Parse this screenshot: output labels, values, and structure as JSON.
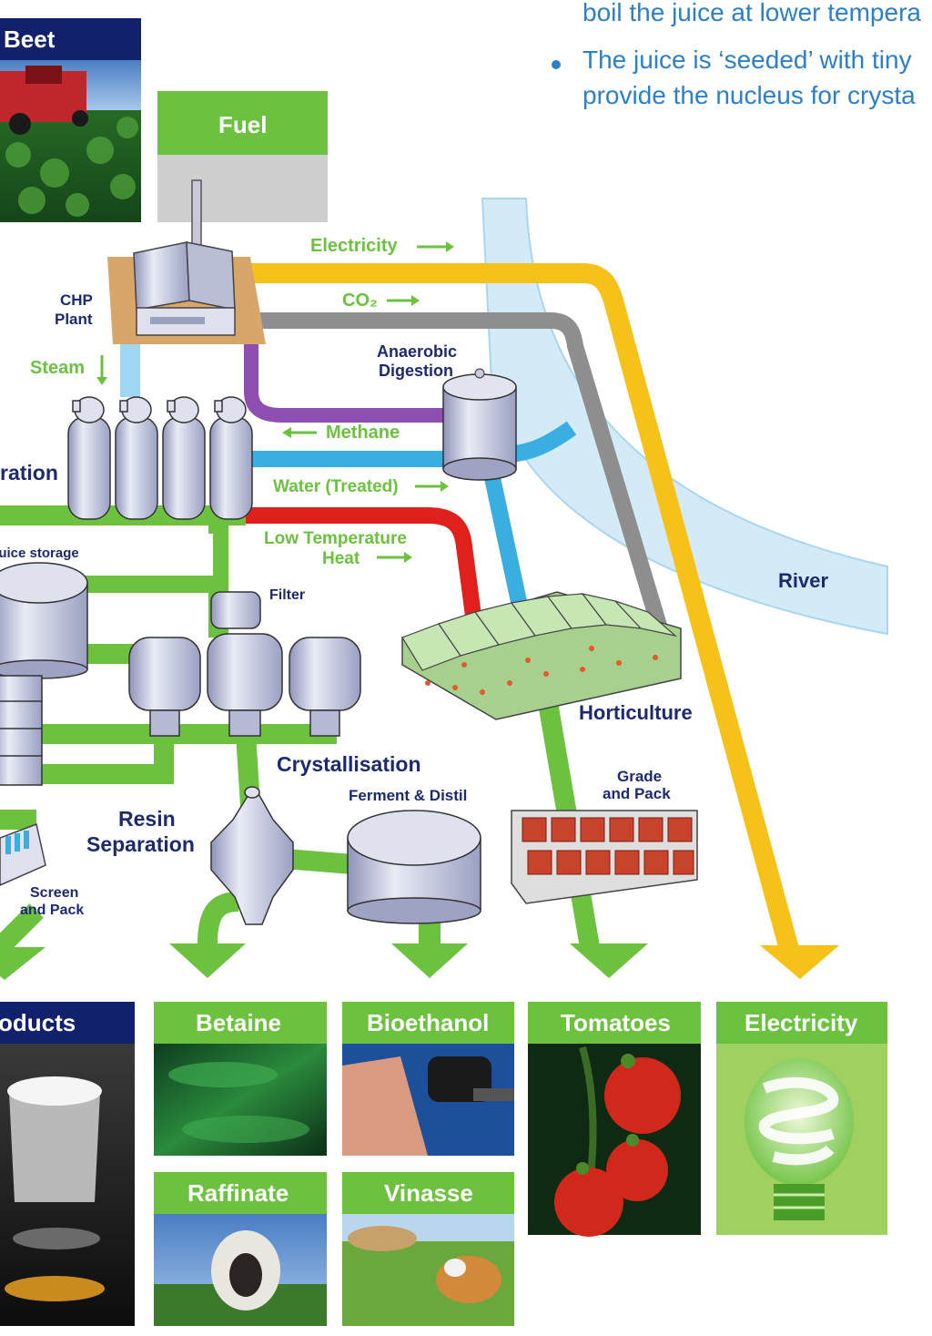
{
  "intro_text": {
    "line1": "boil the juice at lower tempera",
    "bullet_line1": "The juice is ‘seeded’ with tiny",
    "bullet_line2": "provide the nucleus for crysta"
  },
  "inputs": {
    "beet": "Beet",
    "fuel": "Fuel"
  },
  "labels": {
    "chp_line1": "CHP",
    "chp_line2": "Plant",
    "steam": "Steam",
    "electricity": "Electricity",
    "co2": "CO₂",
    "anaerobic_line1": "Anaerobic",
    "anaerobic_line2": "Digestion",
    "methane": "Methane",
    "water_treated": "Water (Treated)",
    "low_temp_line1": "Low Temperature",
    "low_temp_line2": "Heat",
    "evaporation": "ration",
    "juice_storage": "Juice storage",
    "filter": "Filter",
    "river": "River",
    "horticulture": "Horticulture",
    "crystallisation": "Crystallisation",
    "ferment_distil": "Ferment & Distil",
    "grade_line1": "Grade",
    "grade_line2": "and Pack",
    "resin_line1": "Resin",
    "resin_line2": "Separation",
    "screen_line1": "Screen",
    "screen_line2": "and Pack"
  },
  "outputs": {
    "products": "oducts",
    "betaine": "Betaine",
    "bioethanol": "Bioethanol",
    "tomatoes": "Tomatoes",
    "electricity": "Electricity",
    "raffinate": "Raffinate",
    "vinasse": "Vinasse"
  },
  "colors": {
    "green_flow": "#6cc13f",
    "yellow_flow": "#f6c21a",
    "grey_flow": "#8e8e8e",
    "purple_flow": "#8e4fb0",
    "blue_flow": "#3aaee0",
    "red_flow": "#e0201b",
    "river": "#d3ebf7",
    "navy": "#12216b",
    "panel_green": "#6cc13f"
  }
}
